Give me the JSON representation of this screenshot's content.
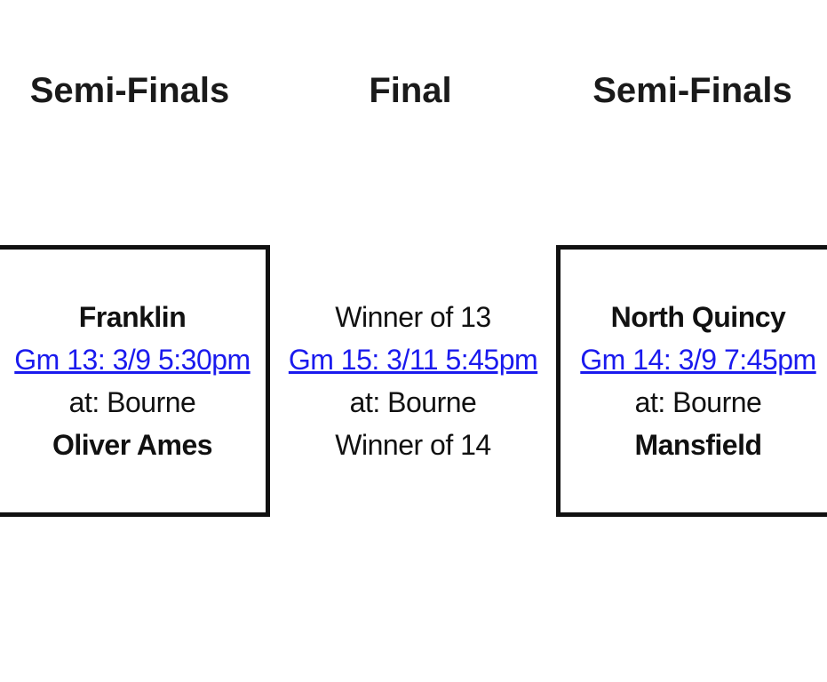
{
  "headers": {
    "left": "Semi-Finals",
    "middle": "Final",
    "right": "Semi-Finals"
  },
  "games": {
    "left": {
      "team_top": "Franklin",
      "game_link": "Gm 13: 3/9 5:30pm",
      "venue": "at: Bourne",
      "team_bottom": "Oliver Ames"
    },
    "middle": {
      "team_top": "Winner of 13",
      "game_link": "Gm 15: 3/11 5:45pm",
      "venue": "at: Bourne",
      "team_bottom": "Winner of 14"
    },
    "right": {
      "team_top": "North Quincy",
      "game_link": "Gm 14: 3/9 7:45pm",
      "venue": "at: Bourne",
      "team_bottom": "Mansfield"
    }
  },
  "colors": {
    "link": "#1a1aee",
    "border": "#111111",
    "text": "#111111"
  }
}
